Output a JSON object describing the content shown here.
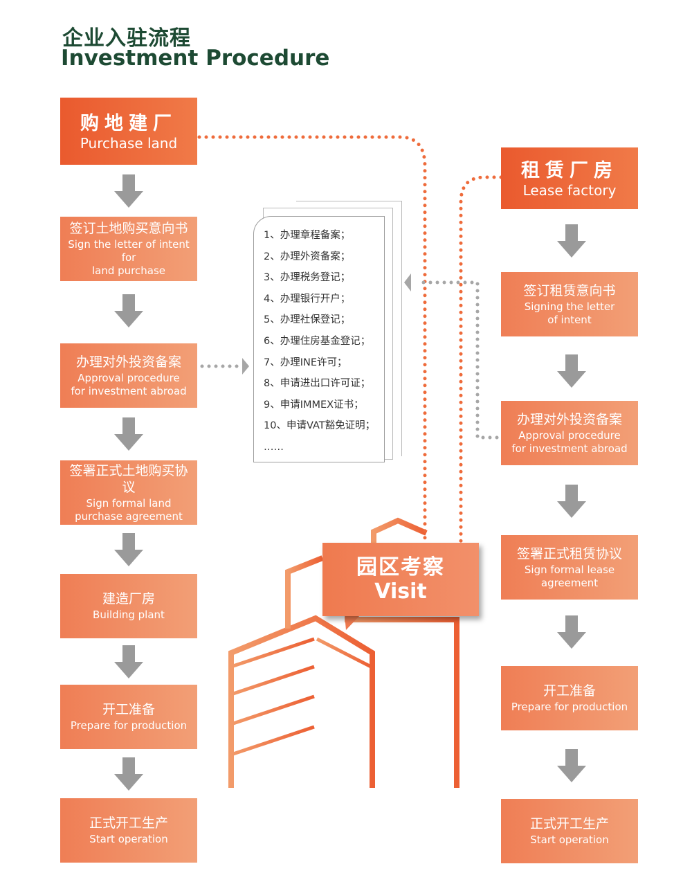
{
  "header": {
    "title_cn": "企业入驻流程",
    "title_en": "Investment Procedure"
  },
  "left_flow": {
    "head": {
      "cn": "购地建厂",
      "en": "Purchase land"
    },
    "steps": [
      {
        "cn": "签订土地购买意向书",
        "en": "Sign the letter of intent for\nland purchase"
      },
      {
        "cn": "办理对外投资备案",
        "en": "Approval procedure\nfor investment abroad"
      },
      {
        "cn": "签署正式土地购买协议",
        "en": "Sign formal land\npurchase agreement"
      },
      {
        "cn": "建造厂房",
        "en": "Building plant"
      },
      {
        "cn": "开工准备",
        "en": "Prepare for production"
      },
      {
        "cn": "正式开工生产",
        "en": "Start operation"
      }
    ]
  },
  "right_flow": {
    "head": {
      "cn": "租赁厂房",
      "en": "Lease factory"
    },
    "steps": [
      {
        "cn": "签订租赁意向书",
        "en": "Signing the letter\nof intent"
      },
      {
        "cn": "办理对外投资备案",
        "en": "Approval procedure\nfor investment abroad"
      },
      {
        "cn": "签署正式租赁协议",
        "en": "Sign formal lease\nagreement"
      },
      {
        "cn": "开工准备",
        "en": "Prepare for production"
      },
      {
        "cn": "正式开工生产",
        "en": "Start operation"
      }
    ]
  },
  "document_list": [
    "1、办理章程备案；",
    "2、办理外资备案；",
    "3、办理税务登记；",
    "4、办理银行开户；",
    "5、办理社保登记；",
    "6、办理住房基金登记；",
    "7、办理INE许可；",
    "8、申请进出口许可证；",
    "9、申请IMMEX证书；",
    "10、申请VAT豁免证明；",
    "……"
  ],
  "visit": {
    "cn": "园区考察",
    "en": "Visit"
  },
  "colors": {
    "title": "#1d4a33",
    "box_orange": "#ef7e55",
    "head_orange": "#ea5a2e",
    "arrow_gray": "#9a9a9a",
    "dot_orange": "#ee6b3b",
    "dot_gray": "#a6a6a6"
  }
}
